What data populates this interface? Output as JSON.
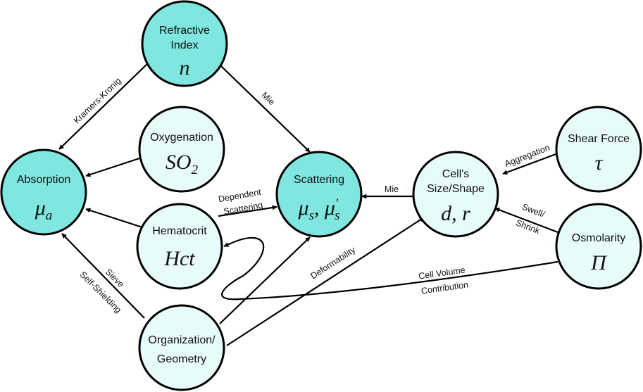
{
  "nodes": {
    "refractive": {
      "line1": "Refractive",
      "line2": "Index",
      "symbol": "n"
    },
    "oxygenation": {
      "line1": "Oxygenation",
      "symbol": "SO",
      "sub": "2"
    },
    "absorption": {
      "line1": "Absorption",
      "symbol": "μ",
      "sub": "a"
    },
    "scattering": {
      "line1": "Scattering",
      "symbol": "μ",
      "sub1": "s",
      "mid": ", μ",
      "sup2": "′",
      "sub2": "s"
    },
    "hematocrit": {
      "line1": "Hematocrit",
      "symbol": "Hct"
    },
    "cellsize": {
      "line1": "Cell's",
      "line2": "Size/Shape",
      "symbol": "d, r"
    },
    "shear": {
      "line1": "Shear Force",
      "symbol": "τ"
    },
    "osmolarity": {
      "line1": "Osmolarity",
      "symbol": "Π"
    },
    "organization": {
      "line1": "Organization/",
      "line2": "Geometry"
    }
  },
  "edges": {
    "kramers": "Kramers-Kronig",
    "mie_refr": "Mie",
    "dependent1": "Dependent",
    "dependent2": "Scattering",
    "mie_cell": "Mie",
    "aggregation": "Aggregation",
    "swell1": "Swell/",
    "swell2": "Shrink",
    "deformability": "Deformability",
    "cellvol1": "Cell Volume",
    "cellvol2": "Contribution",
    "sieve": "Sieve",
    "selfshield": "Self-Shielding"
  }
}
